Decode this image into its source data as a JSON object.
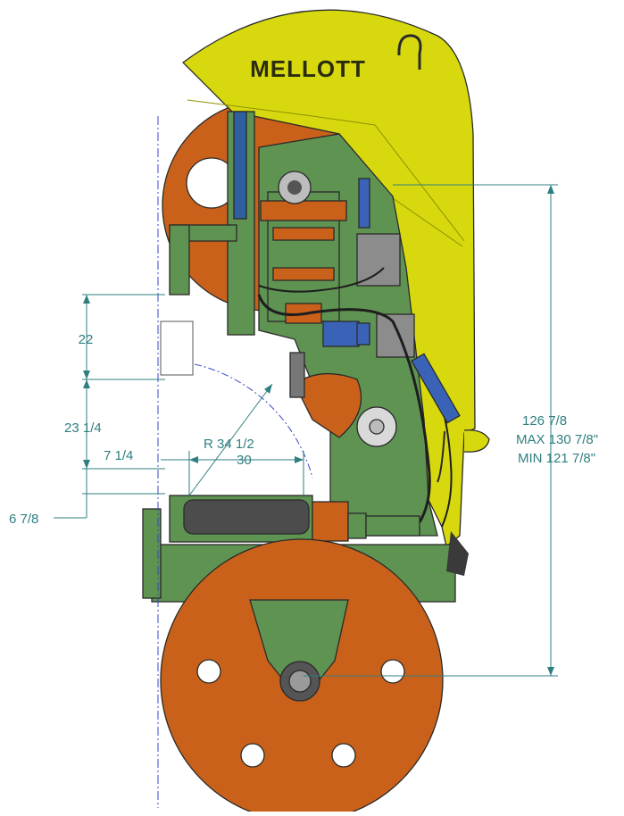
{
  "brand": "MELLOTT",
  "dimensions": {
    "upper_a": "22",
    "upper_b": "23 1/4",
    "guide_gap": "7 1/4",
    "throat_radius": "R 34 1/2",
    "throat_width": "30",
    "lower_offset": "6 7/8",
    "height_nominal": "126 7/8",
    "height_max": "MAX 130 7/8\"",
    "height_min": "MIN 121 7/8\""
  },
  "colors": {
    "frame_green": "#5f9352",
    "guard_yellow": "#d7d90e",
    "wheel_orange": "#c9611b",
    "dimension_teal": "#2f7f80",
    "motor_blue": "#3a63b8"
  }
}
